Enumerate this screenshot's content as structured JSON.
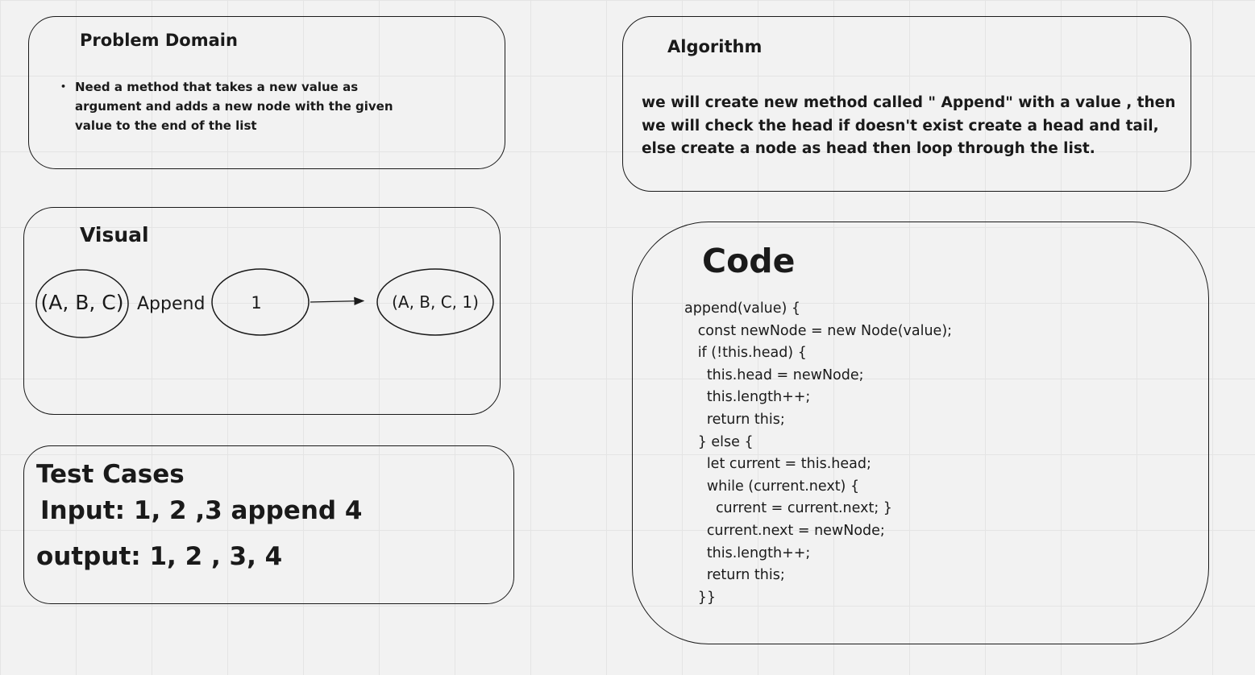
{
  "problem_domain": {
    "title": "Problem Domain",
    "bullets": [
      "Need a method that takes a new value as argument  and adds a new node with the given value to the end of the list"
    ]
  },
  "algorithm": {
    "title": "Algorithm",
    "text": "we will create new method called \" Append\" with a value , then we will check the head if doesn't exist create a head and tail, else create a node as head then loop through the list."
  },
  "visual": {
    "title": "Visual",
    "input_node": "(A, B, C)",
    "operation": "Append",
    "value_node": "1",
    "result_node": "(A, B, C, 1)"
  },
  "test_cases": {
    "title": "Test Cases",
    "input": "Input: 1, 2 ,3 append 4",
    "output": "output: 1, 2 , 3, 4"
  },
  "code": {
    "title": "Code",
    "lines": [
      "append(value) {",
      "   const newNode = new Node(value);",
      "   if (!this.head) {",
      "     this.head = newNode;",
      "     this.length++;",
      "     return this;",
      "   } else {",
      "     let current = this.head;",
      "     while (current.next) {",
      "       current = current.next; }",
      "     current.next = newNode;",
      "     this.length++;",
      "     return this;",
      "   }}"
    ]
  },
  "colors": {
    "background": "#f2f2f2",
    "grid": "#e4e4e4",
    "stroke": "#1a1a1a"
  }
}
